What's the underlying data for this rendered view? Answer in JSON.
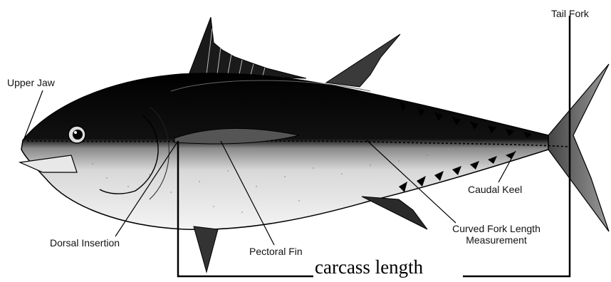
{
  "labels": {
    "upper_jaw": "Upper Jaw",
    "tail_fork": "Tail Fork",
    "caudal_keel": "Caudal Keel",
    "dorsal_insertion": "Dorsal Insertion",
    "pectoral_fin": "Pectoral Fin",
    "curved_fork_length_line1": "Curved Fork Length",
    "curved_fork_length_line2": "Measurement",
    "carcass_length": "carcass length"
  },
  "colors": {
    "ink": "#000000",
    "body_shading": "#5a5a5a",
    "belly": "#f2f2f2",
    "background": "#ffffff"
  }
}
